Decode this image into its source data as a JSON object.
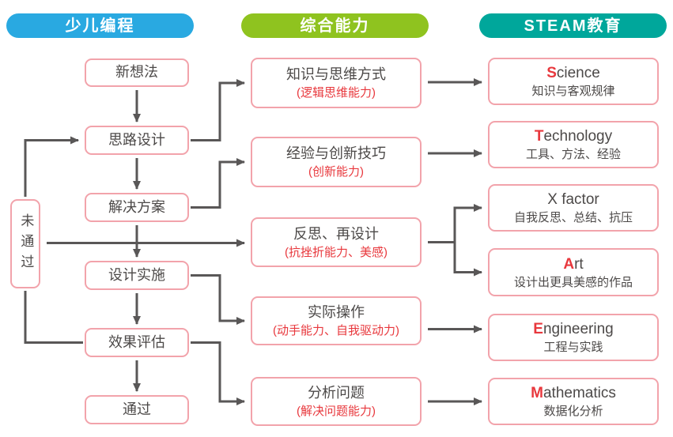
{
  "header": {
    "pills": [
      {
        "label": "少儿编程",
        "color": "#29A9E1"
      },
      {
        "label": "综合能力",
        "color": "#8FC31F"
      },
      {
        "label": "STEAM教育",
        "color": "#00A79B"
      }
    ]
  },
  "flow": {
    "new_idea": {
      "label": "新想法"
    },
    "idea_design": {
      "label": "思路设计"
    },
    "solution": {
      "label": "解决方案"
    },
    "implementation": {
      "label": "设计实施"
    },
    "evaluation": {
      "label": "效果评估"
    },
    "pass": {
      "label": "通过"
    },
    "fail": {
      "label": "未通过"
    }
  },
  "abilities": {
    "knowledge": {
      "title": "知识与思维方式",
      "sub": "(逻辑思维能力)"
    },
    "experience": {
      "title": "经验与创新技巧",
      "sub": "(创新能力)"
    },
    "reflection": {
      "title": "反思、再设计",
      "sub": "(抗挫折能力、美感)"
    },
    "practice": {
      "title": "实际操作",
      "sub": "(动手能力、自我驱动力)"
    },
    "analysis": {
      "title": "分析问题",
      "sub": "(解决问题能力)"
    }
  },
  "steam": {
    "science": {
      "initial": "S",
      "rest": "cience",
      "sub": "知识与客观规律"
    },
    "technology": {
      "initial": "T",
      "rest": "echnology",
      "sub": "工具、方法、经验"
    },
    "xfactor": {
      "initial": "",
      "rest": "X factor",
      "sub": "自我反思、总结、抗压"
    },
    "art": {
      "initial": "A",
      "rest": "rt",
      "sub": "设计出更具美感的作品"
    },
    "engineering": {
      "initial": "E",
      "rest": "ngineering",
      "sub": "工程与实践"
    },
    "mathematics": {
      "initial": "M",
      "rest": "athematics",
      "sub": "数据化分析"
    }
  },
  "colors": {
    "line": "#595757",
    "box_border": "#F2A3AB",
    "text_dark": "#4C4948",
    "accent_red": "#E8383D",
    "background": "#FFFFFF"
  },
  "edges": [
    {
      "from": "new_idea",
      "to": "idea_design",
      "type": "down"
    },
    {
      "from": "idea_design",
      "to": "solution",
      "type": "down"
    },
    {
      "from": "solution",
      "to": "implementation",
      "type": "down"
    },
    {
      "from": "implementation",
      "to": "evaluation",
      "type": "down"
    },
    {
      "from": "evaluation",
      "to": "pass",
      "type": "down"
    },
    {
      "from": "idea_design",
      "to": "knowledge",
      "type": "elbow"
    },
    {
      "from": "solution",
      "to": "experience",
      "type": "elbow"
    },
    {
      "from": "implementation",
      "to": "practice",
      "type": "elbow"
    },
    {
      "from": "evaluation",
      "to": "analysis",
      "type": "elbow"
    },
    {
      "from": "fail",
      "to": "reflection",
      "type": "right"
    },
    {
      "from": "knowledge",
      "to": "science",
      "type": "right"
    },
    {
      "from": "experience",
      "to": "technology",
      "type": "right"
    },
    {
      "from": "practice",
      "to": "engineering",
      "type": "right"
    },
    {
      "from": "analysis",
      "to": "mathematics",
      "type": "right"
    },
    {
      "from": "reflection",
      "to": "xfactor",
      "type": "fork"
    },
    {
      "from": "reflection",
      "to": "art",
      "type": "fork"
    },
    {
      "from": "evaluation",
      "to": "fail",
      "type": "fail"
    },
    {
      "from": "fail",
      "to": "idea_design",
      "type": "retry"
    }
  ]
}
